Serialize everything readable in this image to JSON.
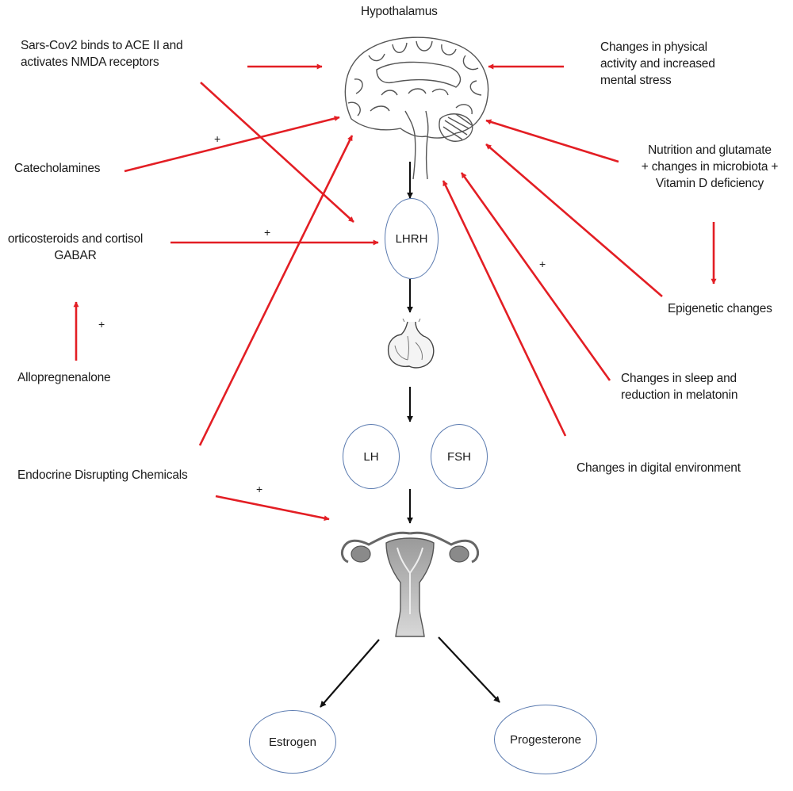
{
  "colors": {
    "influence_arrow": "#e31e24",
    "pathway_arrow": "#111111",
    "node_border": "#5b7bb0",
    "text": "#1a1a1a"
  },
  "title": "Hypothalamus",
  "nodes": {
    "lhrh": "LHRH",
    "lh": "LH",
    "fsh": "FSH",
    "estrogen": "Estrogen",
    "progesterone": "Progesterone"
  },
  "left_factors": {
    "sars_line1": "Sars-Cov2 binds to  ACE II and",
    "sars_line2": "activates NMDA receptors",
    "catecholamines": "Catecholamines",
    "cortico_line1": "orticosteroids and cortisol",
    "cortico_line2": "GABAR",
    "allopregnenalone": "Allopregnenalone",
    "endocrine": "Endocrine Disrupting Chemicals"
  },
  "right_factors": {
    "physical_line1": "Changes in physical",
    "physical_line2": "activity and increased",
    "physical_line3": "mental stress",
    "nutrition_line1": "Nutrition and glutamate",
    "nutrition_line2": "+ changes in microbiota +",
    "nutrition_line3": "Vitamin D deficiency",
    "epigenetic": "Epigenetic changes",
    "sleep_line1": "Changes in sleep and",
    "sleep_line2": "reduction in melatonin",
    "digital": "Changes in digital environment"
  },
  "signs": {
    "plus_catecholamines": "+",
    "plus_cortico": "+",
    "plus_allo": "+",
    "plus_endocrine": "+",
    "plus_sleep": "+"
  },
  "icons": {
    "brain": "brain-icon",
    "pituitary": "pituitary-gland-icon",
    "uterus": "uterus-ovaries-icon"
  }
}
